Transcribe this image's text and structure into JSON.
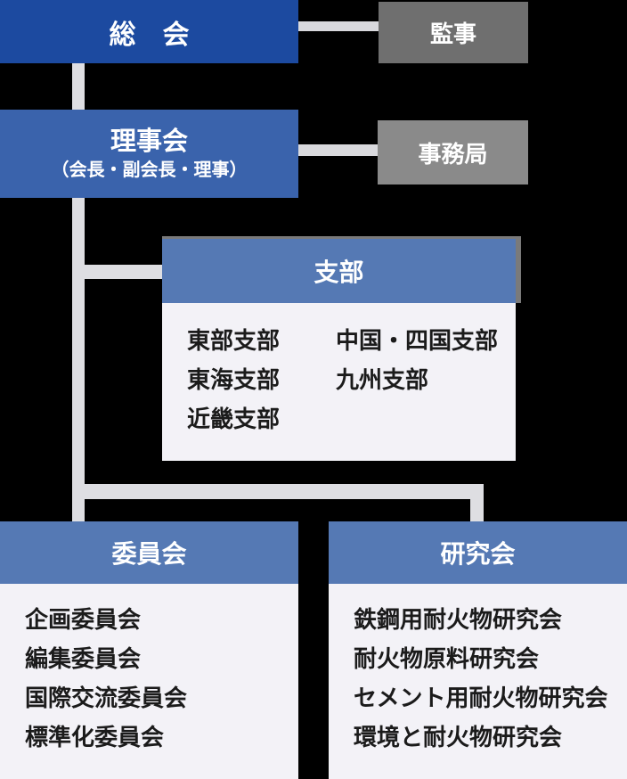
{
  "chart": {
    "soukai": {
      "label": "総　会"
    },
    "kanji": {
      "label": "監事"
    },
    "rijikai": {
      "label": "理事会",
      "sublabel": "（会長・副会長・理事）"
    },
    "jimukyoku": {
      "label": "事務局"
    },
    "shibu": {
      "title": "支部",
      "items_col1": [
        "東部支部",
        "東海支部",
        "近畿支部"
      ],
      "items_col2": [
        "中国・四国支部",
        "九州支部"
      ]
    },
    "iinkai": {
      "title": "委員会",
      "items": [
        "企画委員会",
        "編集委員会",
        "国際交流委員会",
        "標準化委員会"
      ]
    },
    "kenkyukai": {
      "title": "研究会",
      "items": [
        "鉄鋼用耐火物研究会",
        "耐火物原料研究会",
        "セメント用耐火物研究会",
        "環境と耐火物研究会"
      ]
    }
  },
  "colors": {
    "background": "#000000",
    "soukai_blue": "#1c4aa0",
    "rijikai_blue": "#3a63ac",
    "panel_header_blue": "#5579b4",
    "kanji_gray": "#6f6f6f",
    "jimukyoku_gray": "#8a8a8a",
    "connector_gray": "#dedee2",
    "panel_body_bg": "#f3f2f7",
    "item_text": "#1b1b1b",
    "header_shadow_gray": "#7a7a7a",
    "label_text": "#ffffff"
  }
}
